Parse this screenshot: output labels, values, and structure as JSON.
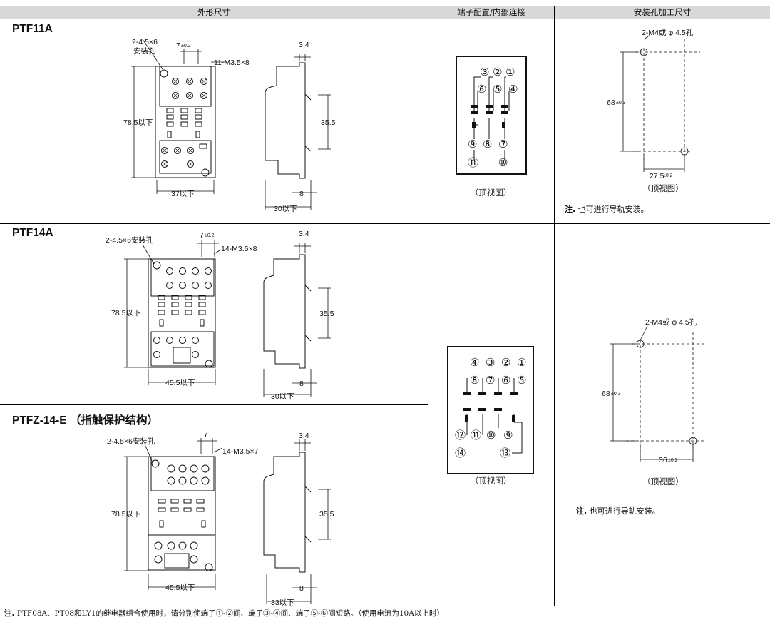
{
  "headers": {
    "dimensions": "外形尺寸",
    "terminal": "端子配置/内部连接",
    "mounting": "安装孔加工尺寸"
  },
  "ptf11a": {
    "model": "PTF11A",
    "hole_label_1": "2-4.5×6",
    "hole_label_2": "安装孔",
    "pitch": "7",
    "pitch_tol": "±0.2",
    "screw": "11-M3.5×8",
    "thick": "3.4",
    "height": "78.5以下",
    "rail": "35.5",
    "width": "37以下",
    "eight": "8",
    "depth": "30以下",
    "terminals": [
      "③",
      "②",
      "①",
      "⑥",
      "⑤",
      "④",
      "⑨",
      "⑧",
      "⑦",
      "⑪",
      "⑩"
    ],
    "caption": "（顶视图）",
    "mount_hole": "2-M4或 φ 4.5孔",
    "mount_h": "68",
    "mount_h_tol": "±0.3",
    "mount_w": "27.5",
    "mount_w_tol": "±0.2",
    "mount_caption": "（顶视图）",
    "note_prefix": "注.",
    "note": "也可进行导轨安装。"
  },
  "ptf14a": {
    "model": "PTF14A",
    "hole_label": "2-4.5×6安装孔",
    "pitch": "7",
    "pitch_tol": "±0.2",
    "screw": "14-M3.5×8",
    "thick": "3.4",
    "height": "78.5以下",
    "rail": "35.5",
    "width": "45.5以下",
    "eight": "8",
    "depth": "30以下",
    "terminals": [
      "④",
      "③",
      "②",
      "①",
      "⑧",
      "⑦",
      "⑥",
      "⑤",
      "⑫",
      "⑪",
      "⑩",
      "⑨",
      "⑭",
      "⑬"
    ],
    "caption": "（顶视图）",
    "mount_hole": "2-M4或 φ 4.5孔",
    "mount_h": "68",
    "mount_h_tol": "±0.3",
    "mount_w": "36",
    "mount_w_tol": "±0.2",
    "mount_caption": "（顶视图）",
    "note_prefix": "注.",
    "note": "也可进行导轨安装。"
  },
  "ptfz14e": {
    "model": "PTFZ-14-E （指触保护结构）",
    "hole_label": "2-4.5×6安装孔",
    "pitch": "7",
    "screw": "14-M3.5×7",
    "thick": "3.4",
    "height": "78.5以下",
    "rail": "35.5",
    "width": "45.5以下",
    "eight": "8",
    "depth": "33以下"
  },
  "footnote": {
    "prefix": "注.",
    "text": "PTF08A、PT08和LY1的继电器组合使用时，请分别使端子①-②间、端子③-④间、端子⑤-⑥间短路。（使用电流为10A以上时）"
  }
}
